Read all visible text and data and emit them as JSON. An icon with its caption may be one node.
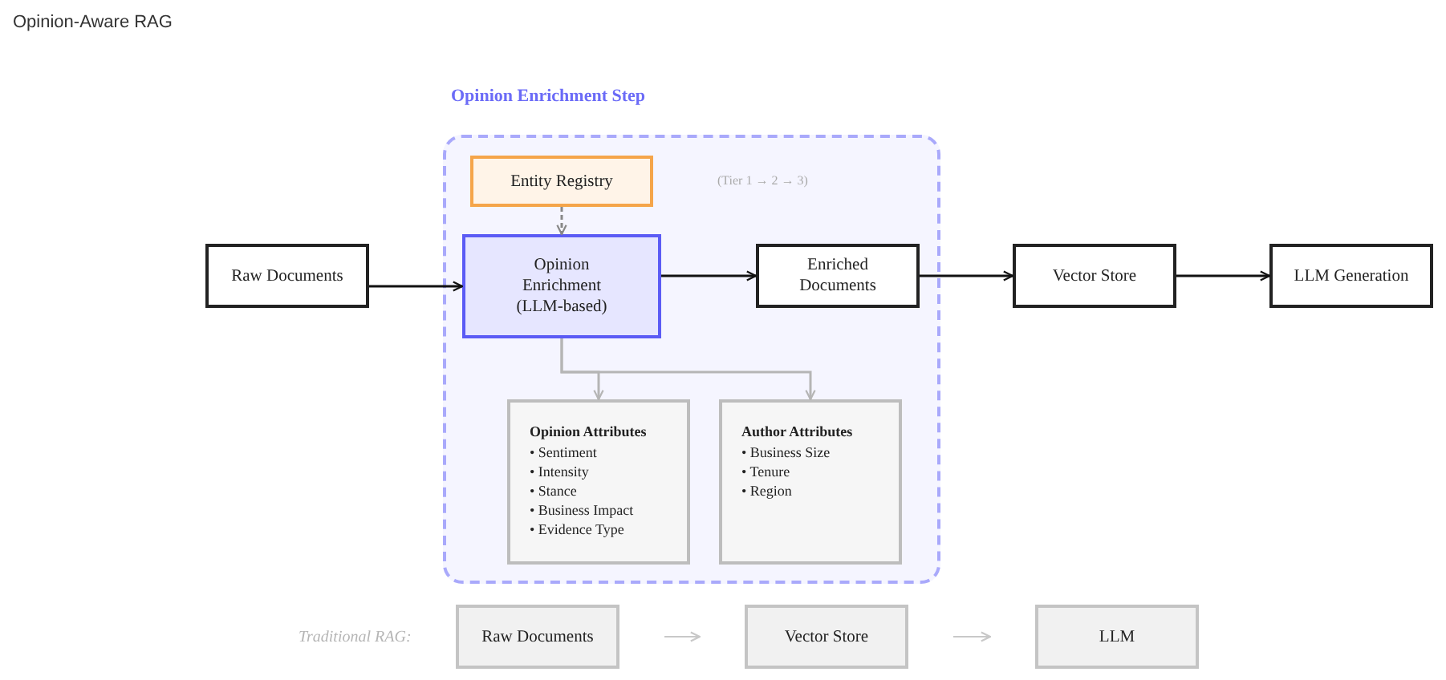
{
  "diagram": {
    "title": "Opinion-Aware RAG",
    "nodes": [
      {
        "text": [
          "Opinion Enrichment Step"
        ]
      },
      {
        "text": [
          "Raw Documents"
        ]
      },
      {
        "text": [
          "Entity Registry"
        ],
        "in": 0
      },
      {
        "text": [
          "Opinion Enrichment (LLM-based)"
        ],
        "in": 0
      },
      {
        "text": [
          "Enriched Documents"
        ],
        "in": 0
      },
      {
        "text": [
          "Vector Store"
        ]
      },
      {
        "text": [
          "LLM Generation"
        ]
      },
      {
        "text": [
          "Opinion Attributes",
          "• Sentiment",
          "• Intensity",
          "• Stance",
          "• Business Impact",
          "• Evidence Type"
        ],
        "in": 0
      },
      {
        "text": [
          "Author Attributes",
          "• Business Size",
          "• Tenure",
          "• Region"
        ],
        "in": 0
      },
      {
        "text": [
          "Raw Documents"
        ]
      },
      {
        "text": [
          "Vector Store"
        ]
      },
      {
        "text": [
          "LLM"
        ]
      }
    ],
    "edges": [
      {
        "from": 1,
        "to": 3,
        "arrow": "to"
      },
      {
        "from": 2,
        "to": 3,
        "arrow": "to",
        "style": "dashed",
        "color": "#888888"
      },
      {
        "from": 3,
        "to": 4,
        "arrow": "to"
      },
      {
        "from": 4,
        "to": 5,
        "arrow": "to"
      },
      {
        "from": 5,
        "to": 6,
        "arrow": "to"
      },
      {
        "from": 3,
        "to": 7,
        "arrow": "to",
        "color": "#b5b5b5"
      },
      {
        "from": 3,
        "to": 8,
        "arrow": "to",
        "color": "#b5b5b5"
      },
      {
        "from": 9,
        "to": 10,
        "arrow": "to",
        "color": "#c8c8c8"
      },
      {
        "from": 10,
        "to": 11,
        "arrow": "to",
        "color": "#c8c8c8"
      }
    ],
    "labels": [
      "(Tier 1 → 2 → 3)",
      "Traditional RAG:"
    ]
  }
}
